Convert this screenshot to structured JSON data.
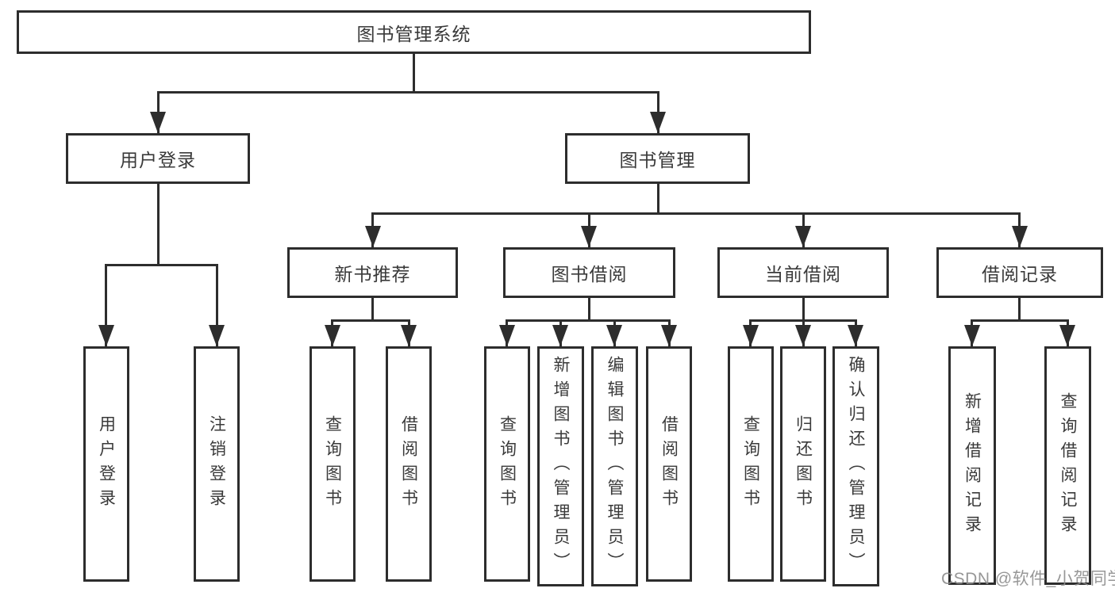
{
  "diagram": {
    "type": "hierarchy-tree",
    "colors": {
      "line": "#2d2d2d",
      "box_border": "#2d2d2d",
      "box_fill": "#ffffff",
      "text": "#3a3a3a",
      "background": "#ffffff",
      "watermark": "#8c8c8c"
    },
    "root": {
      "label": "图书管理系统",
      "children": [
        {
          "label": "用户登录",
          "children": [
            {
              "label": "用户登录"
            },
            {
              "label": "注销登录"
            }
          ]
        },
        {
          "label": "图书管理",
          "children": [
            {
              "label": "新书推荐",
              "children": [
                {
                  "label": "查询图书"
                },
                {
                  "label": "借阅图书"
                }
              ]
            },
            {
              "label": "图书借阅",
              "children": [
                {
                  "label": "查询图书"
                },
                {
                  "label": "新增图书（管理员）"
                },
                {
                  "label": "编辑图书（管理员）"
                },
                {
                  "label": "借阅图书"
                }
              ]
            },
            {
              "label": "当前借阅",
              "children": [
                {
                  "label": "查询图书"
                },
                {
                  "label": "归还图书"
                },
                {
                  "label": "确认归还（管理员）"
                }
              ]
            },
            {
              "label": "借阅记录",
              "children": [
                {
                  "label": "新增借阅记录"
                },
                {
                  "label": "查询借阅记录"
                }
              ]
            }
          ]
        }
      ]
    }
  },
  "watermark": {
    "text": "CSDN @软件_小贺同学"
  }
}
